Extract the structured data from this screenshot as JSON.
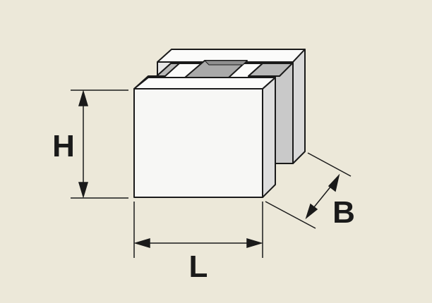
{
  "labels": {
    "height": "H",
    "length": "L",
    "breadth": "B"
  },
  "colors": {
    "background": "#ece8d9",
    "front_face": "#f7f7f5",
    "top_face": "#fbfbfa",
    "side_face": "#d9d9d9",
    "inner_shadow": "#aaaaaa",
    "outline": "#1a1a1a"
  }
}
